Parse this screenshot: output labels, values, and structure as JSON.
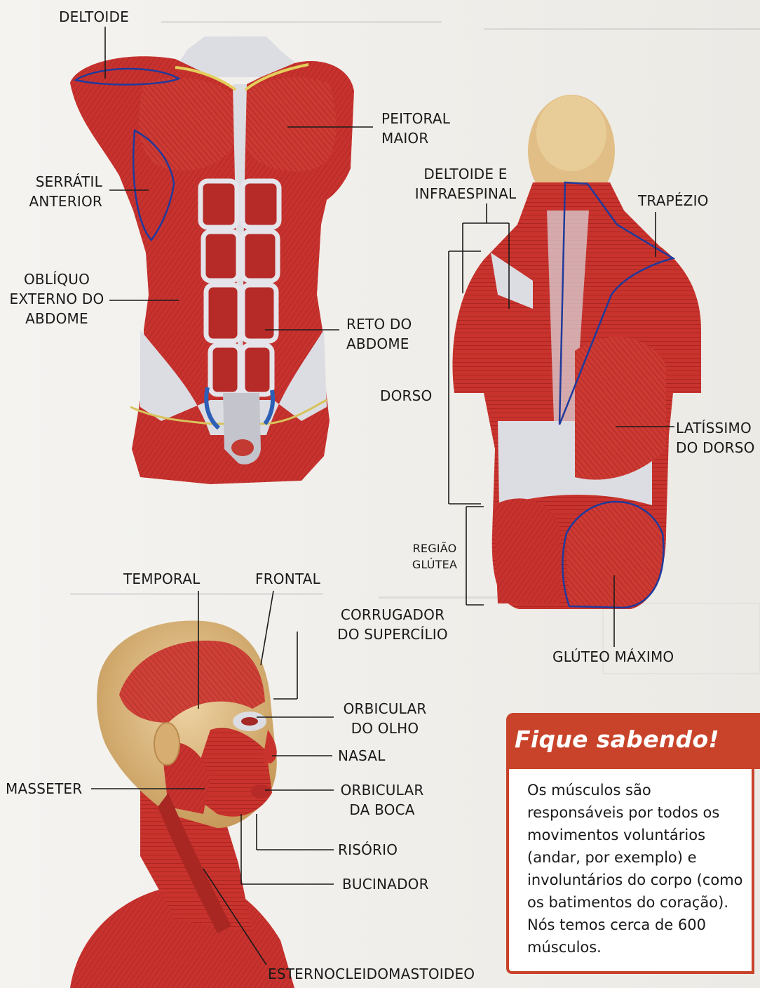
{
  "labels": {
    "deltoide": "DELTOIDE",
    "peitoral_maior": "PEITORAL\nMAIOR",
    "serratil_anterior": "SERRÁTIL\nANTERIOR",
    "obliquo_externo": "OBLÍQUO\nEXTERNO DO\nABDOME",
    "reto_abdome": "RETO DO\nABDOME",
    "deltoide_infraespinal": "DELTOIDE E\nINFRAESPINAL",
    "trapezio": "TRAPÉZIO",
    "dorso": "DORSO",
    "latissimo_dorso": "LATÍSSIMO\nDO DORSO",
    "regiao_glutea": "REGIÃO\nGLÚTEA",
    "gluteo_maximo": "GLÚTEO MÁXIMO",
    "temporal": "TEMPORAL",
    "frontal": "FRONTAL",
    "corrugador": "CORRUGADOR\nDO SUPERCÍLIO",
    "orbicular_olho": "ORBICULAR\nDO OLHO",
    "nasal": "NASAL",
    "masseter": "MASSETER",
    "orbicular_boca": "ORBICULAR\nDA BOCA",
    "risorio": "RISÓRIO",
    "bucinador": "BUCINADOR",
    "esternocleidomastoideo": "ESTERNOCLEIDOMASTOIDEO"
  },
  "info_box": {
    "title": "Fique sabendo!",
    "text": "Os músculos são responsáveis por todos os movimentos voluntários (andar, por exemplo) e involuntários do corpo (como os batimentos do coração). Nós temos cerca de 600 músculos."
  },
  "colors": {
    "muscle": "#c8322e",
    "muscle_dark": "#9e2422",
    "muscle_light": "#e0544a",
    "tendon": "#dcdde3",
    "skin": "#e0bd83",
    "outline": "#1f3a9c",
    "leader": "#1a1a1a",
    "accent": "#c8432a"
  }
}
